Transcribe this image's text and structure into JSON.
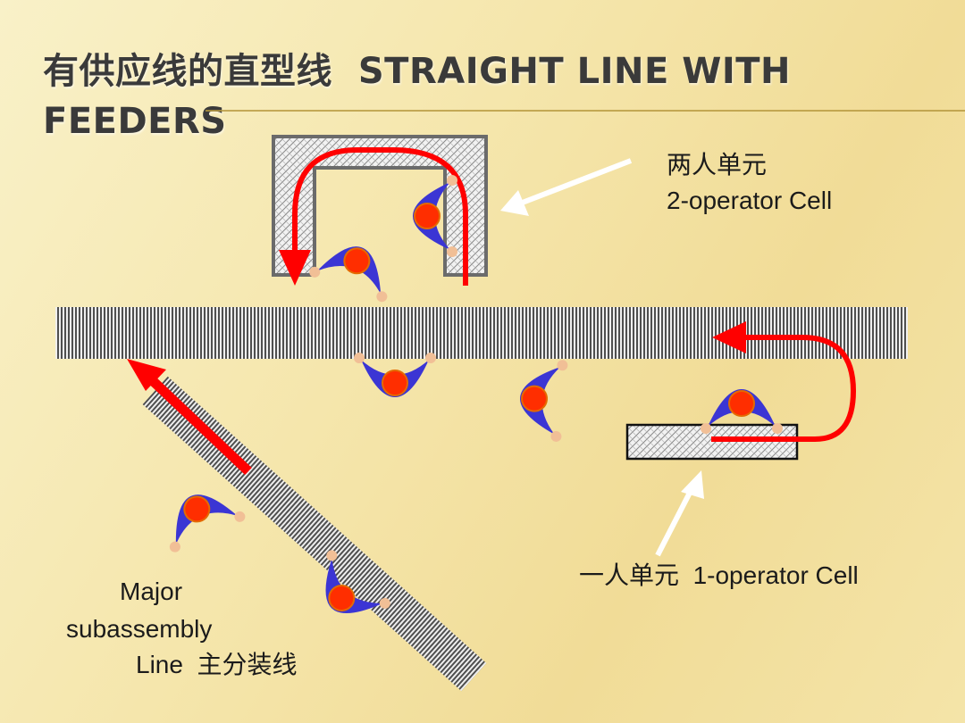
{
  "title": {
    "line1_zh": "有供应线的直型线",
    "line1_en": "STRAIGHT LINE WITH",
    "line2_en": "FEEDERS"
  },
  "labels": {
    "two_operator_zh": "两人单元",
    "two_operator_en": "2-operator Cell",
    "one_operator_zh": "一人单元",
    "one_operator_en": "1-operator Cell",
    "major_line1": "Major",
    "major_line2": "subassembly",
    "major_line3_en": "Line",
    "major_line3_zh": "主分装线"
  },
  "colors": {
    "flow_arrow": "#ff0000",
    "pointer_arrow": "#ffffff",
    "operator_body": "#3b35d4",
    "operator_head": "#ff2e00",
    "line_stripe": "#555555",
    "cell_outline": "#6b6b6b"
  }
}
